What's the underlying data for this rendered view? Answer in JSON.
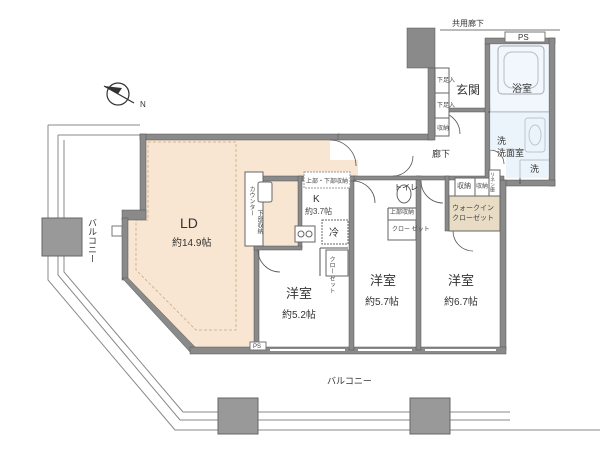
{
  "compass": {
    "north": "N"
  },
  "corridor": "共用廊下",
  "ps_top": "PS",
  "ps_bottom": "PS",
  "entrance": "玄関",
  "bath": "浴室",
  "washroom": "洗面室",
  "wash": "洗",
  "hallway": "廊下",
  "shoe1": "下足入",
  "shoe2": "下足入",
  "entry_storage": "収納",
  "ld": {
    "name": "LD",
    "area": "約14.9帖"
  },
  "kitchen": {
    "name": "K",
    "area": "約3.7帖",
    "counter": "カウンター",
    "counter_sub": "下部収納",
    "upper": "上部・下部収納",
    "fridge": "冷"
  },
  "toilet": "トイレ",
  "toilet_storage": "上部収納",
  "closet_small": "クロー ゼット",
  "closet_left": "クロー ゼット",
  "storage_r1": "収納",
  "storage_r2": "収納",
  "linen": "リネン庫",
  "wic": "ウォークイン クローゼット",
  "room1": {
    "name": "洋室",
    "area": "約5.2帖"
  },
  "room2": {
    "name": "洋室",
    "area": "約5.7帖"
  },
  "room3": {
    "name": "洋室",
    "area": "約6.7帖"
  },
  "balcony_left": "バルコニー",
  "balcony_bottom": "バルコニー"
}
